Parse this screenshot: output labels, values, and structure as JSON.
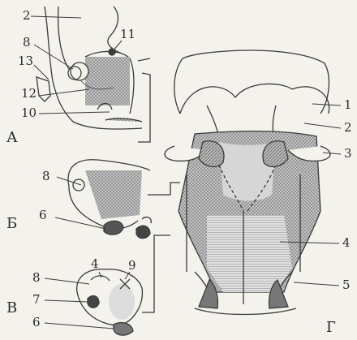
{
  "labels": {
    "n1": "1",
    "n2": "2",
    "n3": "3",
    "n4": "4",
    "n5": "5",
    "n6a": "6",
    "n6b": "6",
    "n7": "7",
    "n8a": "8",
    "n8b": "8",
    "n8c": "8",
    "n9": "9",
    "n10": "10",
    "n11": "11",
    "n12": "12",
    "n13": "13",
    "n2a": "2",
    "n4b": "4",
    "panelA": "А",
    "panelB": "Б",
    "panelV": "В",
    "panelG": "Г"
  },
  "colors": {
    "ink": "#3a3a3a",
    "shade": "#9c9c9c",
    "light": "#cfcfcf",
    "paper": "#f4f2ec"
  }
}
